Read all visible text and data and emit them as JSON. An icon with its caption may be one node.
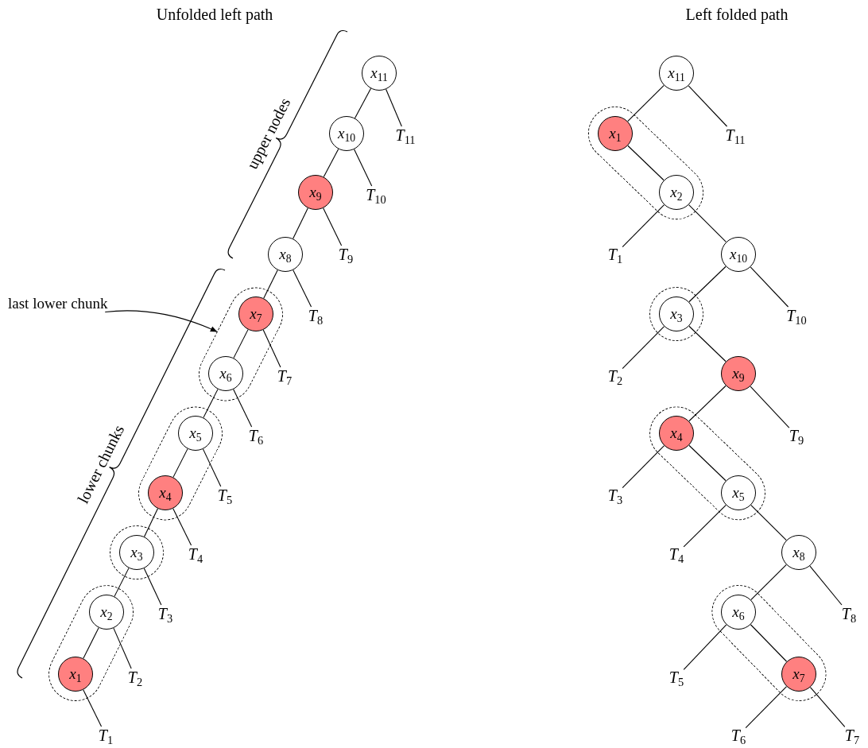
{
  "diagram": {
    "nodes": [
      {
        "text": [
          "*x*$_{11}$"
        ]
      },
      {
        "text": [
          "*T*$_{11}$"
        ]
      },
      {
        "text": [
          "*x*$_{10}$"
        ]
      },
      {
        "text": [
          "*T*$_{10}$"
        ]
      },
      {
        "text": [
          "*x*$_{9}$"
        ]
      },
      {
        "text": [
          "*T*$_{9}$"
        ]
      },
      {
        "text": [
          "*x*$_{8}$"
        ]
      },
      {
        "text": [
          "*T*$_{8}$"
        ]
      },
      {
        "text": [
          "*x*$_{7}$"
        ]
      },
      {
        "text": [
          "*T*$_{7}$"
        ]
      },
      {
        "text": [
          "*x*$_{6}$"
        ]
      },
      {
        "text": [
          "*T*$_{6}$"
        ]
      },
      {
        "text": [
          "*x*$_{5}$"
        ]
      },
      {
        "text": [
          "*T*$_{5}$"
        ]
      },
      {
        "text": [
          "*x*$_{4}$"
        ]
      },
      {
        "text": [
          "*T*$_{4}$"
        ]
      },
      {
        "text": [
          "*x*$_{3}$"
        ]
      },
      {
        "text": [
          "*T*$_{3}$"
        ]
      },
      {
        "text": [
          "*x*$_{2}$"
        ]
      },
      {
        "text": [
          "*T*$_{2}$"
        ]
      },
      {
        "text": [
          "*x*$_{1}$"
        ]
      },
      {
        "text": [
          "*T*$_{1}$"
        ]
      },
      {
        "text": [
          "last lower chunk"
        ]
      },
      {
        "text": [
          "*x*$_{11}$"
        ]
      },
      {
        "text": [
          "*x*$_{1}$"
        ]
      },
      {
        "text": [
          "*T*$_{11}$"
        ]
      },
      {
        "text": [
          "*x*$_{2}$"
        ]
      },
      {
        "text": [
          "*T*$_{1}$"
        ]
      },
      {
        "text": [
          "*x*$_{10}$"
        ]
      },
      {
        "text": [
          "*x*$_{3}$"
        ]
      },
      {
        "text": [
          "*T*$_{10}$"
        ]
      },
      {
        "text": [
          "*T*$_{2}$"
        ]
      },
      {
        "text": [
          "*x*$_{9}$"
        ]
      },
      {
        "text": [
          "*x*$_{4}$"
        ]
      },
      {
        "text": [
          "*T*$_{9}$"
        ]
      },
      {
        "text": [
          "*T*$_{3}$"
        ]
      },
      {
        "text": [
          "*x*$_{5}$"
        ]
      },
      {
        "text": [
          "*T*$_{4}$"
        ]
      },
      {
        "text": [
          "*x*$_{8}$"
        ]
      },
      {
        "text": [
          "*x*$_{6}$"
        ]
      },
      {
        "text": [
          "*T*$_{8}$"
        ]
      },
      {
        "text": [
          "*T*$_{5}$"
        ]
      },
      {
        "text": [
          "*x*$_{7}$"
        ]
      },
      {
        "text": [
          "*T*$_{6}$"
        ]
      },
      {
        "text": [
          "*T*$_{7}$"
        ]
      }
    ],
    "edges": [
      {
        "from": 0,
        "to": 2,
        "arrow": "none"
      },
      {
        "from": 0,
        "to": 1,
        "arrow": "none"
      },
      {
        "from": 2,
        "to": 4,
        "arrow": "none"
      },
      {
        "from": 2,
        "to": 3,
        "arrow": "none"
      },
      {
        "from": 4,
        "to": 6,
        "arrow": "none"
      },
      {
        "from": 4,
        "to": 5,
        "arrow": "none"
      },
      {
        "from": 6,
        "to": 8,
        "arrow": "none"
      },
      {
        "from": 6,
        "to": 7,
        "arrow": "none"
      },
      {
        "from": 8,
        "to": 10,
        "arrow": "none"
      },
      {
        "from": 8,
        "to": 9,
        "arrow": "none"
      },
      {
        "from": 10,
        "to": 12,
        "arrow": "none"
      },
      {
        "from": 10,
        "to": 11,
        "arrow": "none"
      },
      {
        "from": 12,
        "to": 14,
        "arrow": "none"
      },
      {
        "from": 12,
        "to": 13,
        "arrow": "none"
      },
      {
        "from": 14,
        "to": 16,
        "arrow": "none"
      },
      {
        "from": 14,
        "to": 15,
        "arrow": "none"
      },
      {
        "from": 16,
        "to": 18,
        "arrow": "none"
      },
      {
        "from": 16,
        "to": 17,
        "arrow": "none"
      },
      {
        "from": 18,
        "to": 20,
        "arrow": "none"
      },
      {
        "from": 18,
        "to": 19,
        "arrow": "none"
      },
      {
        "from": 20,
        "to": 21,
        "arrow": "none"
      },
      {
        "from": 22,
        "to": null,
        "arrow": "to"
      },
      {
        "from": 23,
        "to": 24,
        "arrow": "none"
      },
      {
        "from": 23,
        "to": 25,
        "arrow": "none"
      },
      {
        "from": 24,
        "to": 26,
        "arrow": "none"
      },
      {
        "from": 26,
        "to": 27,
        "arrow": "none"
      },
      {
        "from": 26,
        "to": 28,
        "arrow": "none"
      },
      {
        "from": 28,
        "to": 29,
        "arrow": "none"
      },
      {
        "from": 28,
        "to": 30,
        "arrow": "none"
      },
      {
        "from": 29,
        "to": 31,
        "arrow": "none"
      },
      {
        "from": 29,
        "to": 32,
        "arrow": "none"
      },
      {
        "from": 32,
        "to": 33,
        "arrow": "none"
      },
      {
        "from": 32,
        "to": 34,
        "arrow": "none"
      },
      {
        "from": 33,
        "to": 35,
        "arrow": "none"
      },
      {
        "from": 33,
        "to": 36,
        "arrow": "none"
      },
      {
        "from": 36,
        "to": 37,
        "arrow": "none"
      },
      {
        "from": 36,
        "to": 38,
        "arrow": "none"
      },
      {
        "from": 38,
        "to": 39,
        "arrow": "none"
      },
      {
        "from": 38,
        "to": 40,
        "arrow": "none"
      },
      {
        "from": 39,
        "to": 41,
        "arrow": "none"
      },
      {
        "from": 39,
        "to": 42,
        "arrow": "none"
      },
      {
        "from": 42,
        "to": 43,
        "arrow": "none"
      },
      {
        "from": 42,
        "to": 44,
        "arrow": "none"
      }
    ],
    "labels": [
      "Unfolded left path",
      "Left folded path",
      "upper nodes",
      "lower chunks"
    ]
  }
}
